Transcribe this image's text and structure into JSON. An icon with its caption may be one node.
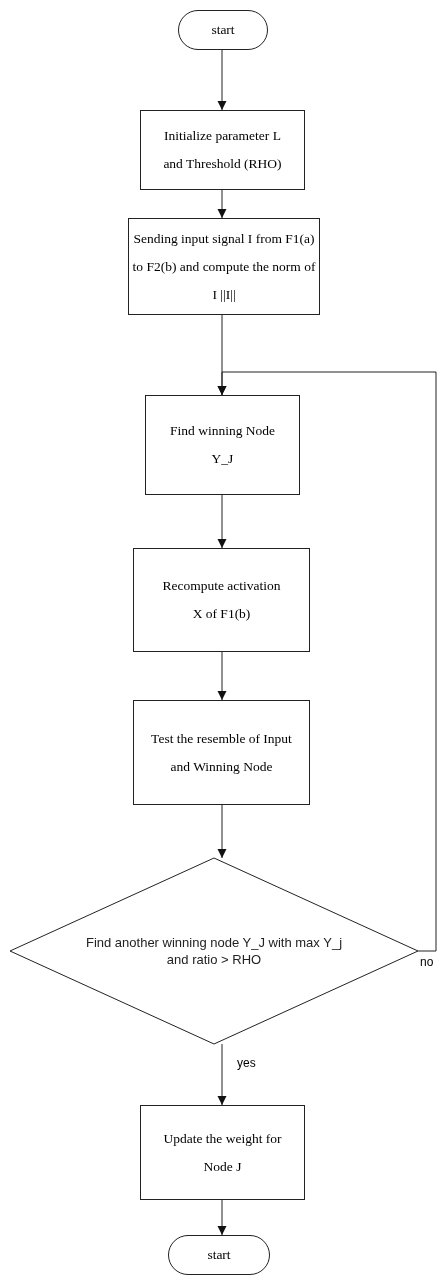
{
  "diagram": {
    "nodes": [
      {
        "text": [
          "start"
        ]
      },
      {
        "text": [
          "Initialize parameter L and Threshold (RHO)"
        ]
      },
      {
        "text": [
          "Sending input signal I from F1(a) to F2(b) and compute the norm of I ||I||"
        ]
      },
      {
        "text": [
          "Find winning Node Y_J"
        ]
      },
      {
        "text": [
          "Recompute activation X of F1(b)"
        ]
      },
      {
        "text": [
          "Test the resemble of Input and Winning Node"
        ]
      },
      {
        "text": [
          "Find another winning node Y_J with max Y_j and ratio > RHO"
        ]
      },
      {
        "text": [
          "Update the weight for Node J"
        ]
      },
      {
        "text": [
          "start"
        ]
      }
    ],
    "edges": [
      {
        "from": 0,
        "to": 1,
        "arrow": "to"
      },
      {
        "from": 1,
        "to": 2,
        "arrow": "to"
      },
      {
        "from": 2,
        "to": 3,
        "arrow": "to"
      },
      {
        "from": 3,
        "to": 4,
        "arrow": "to"
      },
      {
        "from": 4,
        "to": 5,
        "arrow": "to"
      },
      {
        "from": 5,
        "to": 6,
        "arrow": "to"
      },
      {
        "from": 6,
        "to": 3,
        "arrow": "to",
        "label": "no"
      },
      {
        "from": 6,
        "to": 7,
        "arrow": "to",
        "label": "yes"
      },
      {
        "from": 7,
        "to": 8,
        "arrow": "to"
      }
    ]
  }
}
